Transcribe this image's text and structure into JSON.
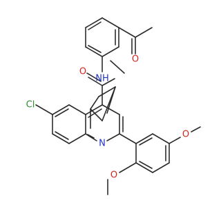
{
  "molecule": {
    "atoms": {
      "chlorine": {
        "label": "Cl",
        "color": "#2f8f2f"
      },
      "amide_nitrogen": {
        "label": "NH",
        "color": "#2233cc"
      },
      "quinoline_nitrogen": {
        "label": "N",
        "color": "#2233cc"
      },
      "amide_oxygen": {
        "label": "O",
        "color": "#d2261e"
      },
      "acetyl_oxygen": {
        "label": "O",
        "color": "#d2261e"
      },
      "methoxy_oxygen_1": {
        "label": "O",
        "color": "#d2261e"
      },
      "methoxy_oxygen_2": {
        "label": "O",
        "color": "#d2261e"
      }
    },
    "bond_color": "#2b2b2b"
  }
}
